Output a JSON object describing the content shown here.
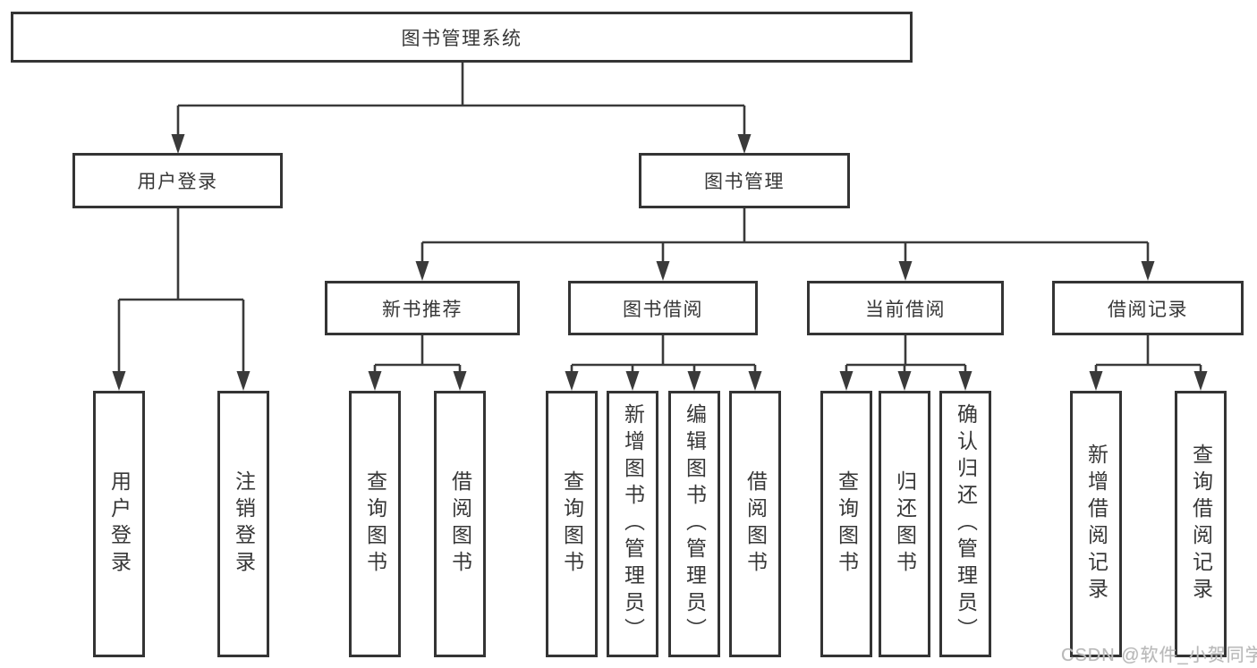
{
  "diagram": {
    "root": {
      "label": "图书管理系统"
    },
    "user_branch": {
      "label": "用户登录",
      "children": [
        {
          "label": "用户登录"
        },
        {
          "label": "注销登录"
        }
      ]
    },
    "book_branch": {
      "label": "图书管理",
      "groups": [
        {
          "label": "新书推荐",
          "children": [
            {
              "label": "查询图书"
            },
            {
              "label": "借阅图书"
            }
          ]
        },
        {
          "label": "图书借阅",
          "children": [
            {
              "label": "查询图书"
            },
            {
              "label": "新增图书（管理员）"
            },
            {
              "label": "编辑图书（管理员）"
            },
            {
              "label": "借阅图书"
            }
          ]
        },
        {
          "label": "当前借阅",
          "children": [
            {
              "label": "查询图书"
            },
            {
              "label": "归还图书"
            },
            {
              "label": "确认归还（管理员）"
            }
          ]
        },
        {
          "label": "借阅记录",
          "children": [
            {
              "label": "新增借阅记录"
            },
            {
              "label": "查询借阅记录"
            }
          ]
        }
      ]
    }
  },
  "watermark": {
    "text": "CSDN @软件_小贺同学"
  },
  "colors": {
    "line": "#3a3a3a",
    "box_border": "#343434",
    "text": "#373737",
    "watermark": "#b9b9b9"
  }
}
